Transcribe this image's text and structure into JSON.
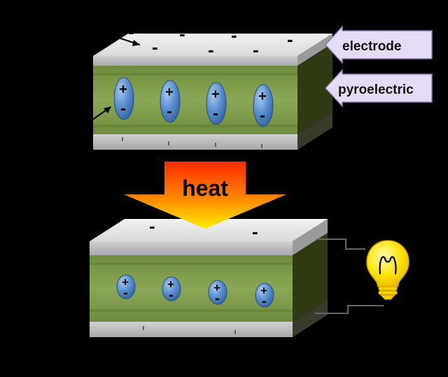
{
  "labels": {
    "electrode": "electrode",
    "pyroelectric": "pyroelectric",
    "heat": "heat"
  },
  "signs": {
    "minus": "-",
    "plus": "+"
  },
  "colors": {
    "background": "#000000",
    "electrode_top": "#e8e8e8",
    "electrode_front": "#c4c4c4",
    "pyro_green": "#7d9a4a",
    "dipole_blue": "#4a7fc0",
    "callout_fill": "#e4dcf4",
    "heat_top": "#ff3300",
    "heat_bottom": "#ffee00",
    "bulb_yellow": "#ffe200"
  },
  "icons": {
    "bulb": "light-bulb-icon"
  }
}
